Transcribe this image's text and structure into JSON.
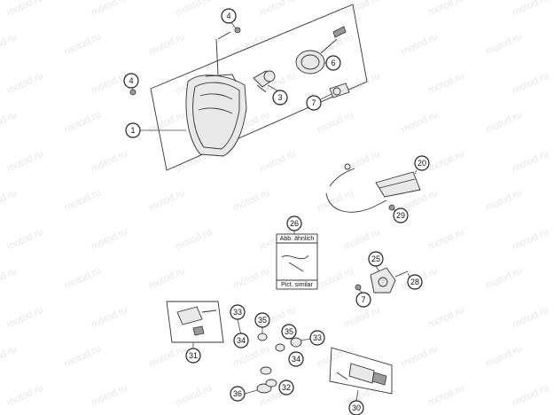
{
  "watermark": "motod.ru",
  "note": {
    "number": "26",
    "top_label": "Abb. ähnlich",
    "bottom_label": "Pict. similar"
  },
  "callouts": [
    {
      "id": "c1",
      "label": "1"
    },
    {
      "id": "c3",
      "label": "3"
    },
    {
      "id": "c4a",
      "label": "4"
    },
    {
      "id": "c4b",
      "label": "4"
    },
    {
      "id": "c6",
      "label": "6"
    },
    {
      "id": "c7a",
      "label": "7"
    },
    {
      "id": "c7b",
      "label": "7"
    },
    {
      "id": "c20",
      "label": "20"
    },
    {
      "id": "c25",
      "label": "25"
    },
    {
      "id": "c28",
      "label": "28"
    },
    {
      "id": "c29",
      "label": "29"
    },
    {
      "id": "c30",
      "label": "30"
    },
    {
      "id": "c31",
      "label": "31"
    },
    {
      "id": "c32",
      "label": "32"
    },
    {
      "id": "c33a",
      "label": "33"
    },
    {
      "id": "c33b",
      "label": "33"
    },
    {
      "id": "c34a",
      "label": "34"
    },
    {
      "id": "c34b",
      "label": "34"
    },
    {
      "id": "c35a",
      "label": "35"
    },
    {
      "id": "c35b",
      "label": "35"
    },
    {
      "id": "c36",
      "label": "36"
    }
  ]
}
